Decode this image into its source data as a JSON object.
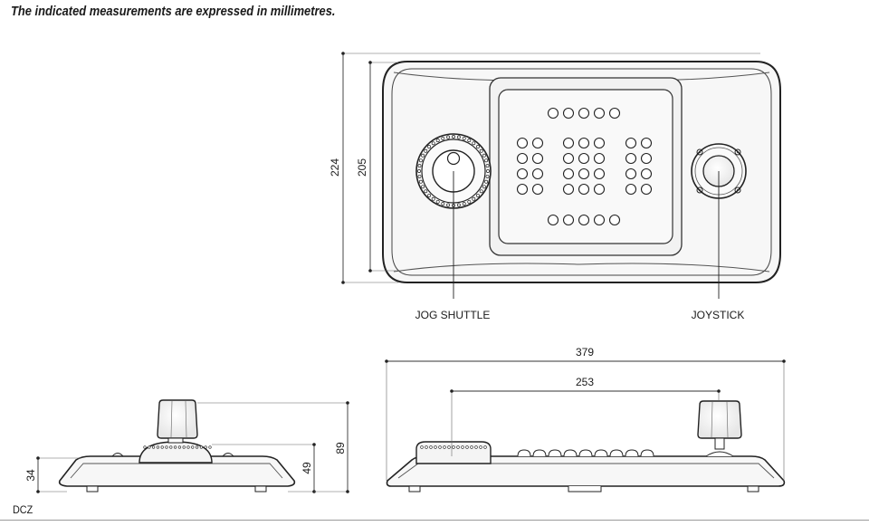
{
  "header": {
    "note": "The indicated measurements are expressed in millimetres."
  },
  "top_view": {
    "callouts": {
      "jog_shuttle": "JOG SHUTTLE",
      "joystick": "JOYSTICK"
    },
    "dimensions": {
      "overall_depth": "224",
      "inner_depth": "205"
    }
  },
  "side_view": {
    "dimensions": {
      "base_height": "34",
      "body_height": "49",
      "total_height": "89"
    }
  },
  "front_view": {
    "dimensions": {
      "overall_width": "379",
      "control_spacing": "253"
    }
  },
  "footer": {
    "model": "DCZ"
  }
}
